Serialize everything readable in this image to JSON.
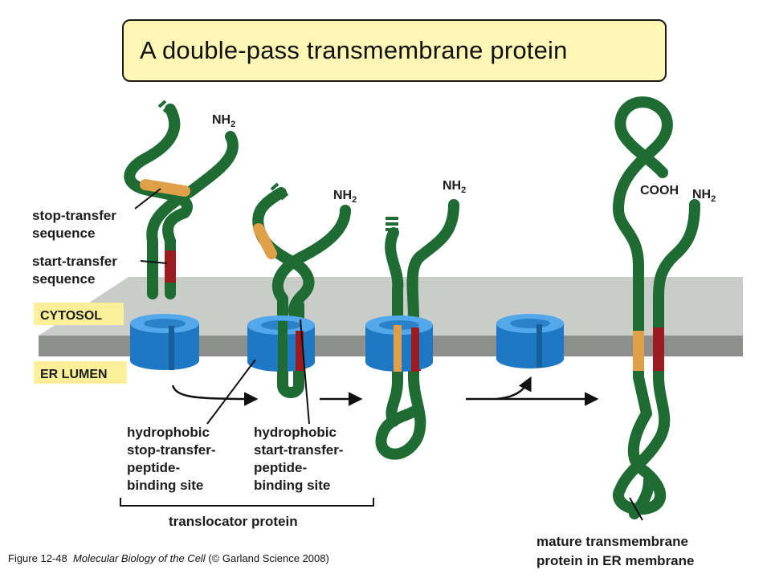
{
  "title": "A double-pass transmembrane protein",
  "labels": {
    "nh2": "NH",
    "nh2_sub": "2",
    "cooh": "COOH",
    "stop_transfer": [
      "stop-transfer",
      "sequence"
    ],
    "start_transfer": [
      "start-transfer",
      "sequence"
    ],
    "cytosol": "CYTOSOL",
    "er_lumen": "ER LUMEN",
    "stop_site": [
      "hydrophobic",
      "stop-transfer-",
      "peptide-",
      "binding site"
    ],
    "start_site": [
      "hydrophobic",
      "start-transfer-",
      "peptide-",
      "binding site"
    ],
    "translocator": "translocator protein",
    "mature": [
      "mature transmembrane",
      "protein in ER membrane"
    ]
  },
  "caption": {
    "figure": "Figure 12-48",
    "book": "Molecular Biology of the Cell",
    "credit": "(© Garland Science 2008)"
  },
  "colors": {
    "protein": "#1f6b34",
    "stop_transfer": "#e0a04a",
    "start_transfer": "#9c1b1e",
    "translocator": "#2f8fd6",
    "membrane_top": "#c9ccc9",
    "membrane_front": "#8d8f8d",
    "tag_bg": "#fbef9a"
  }
}
